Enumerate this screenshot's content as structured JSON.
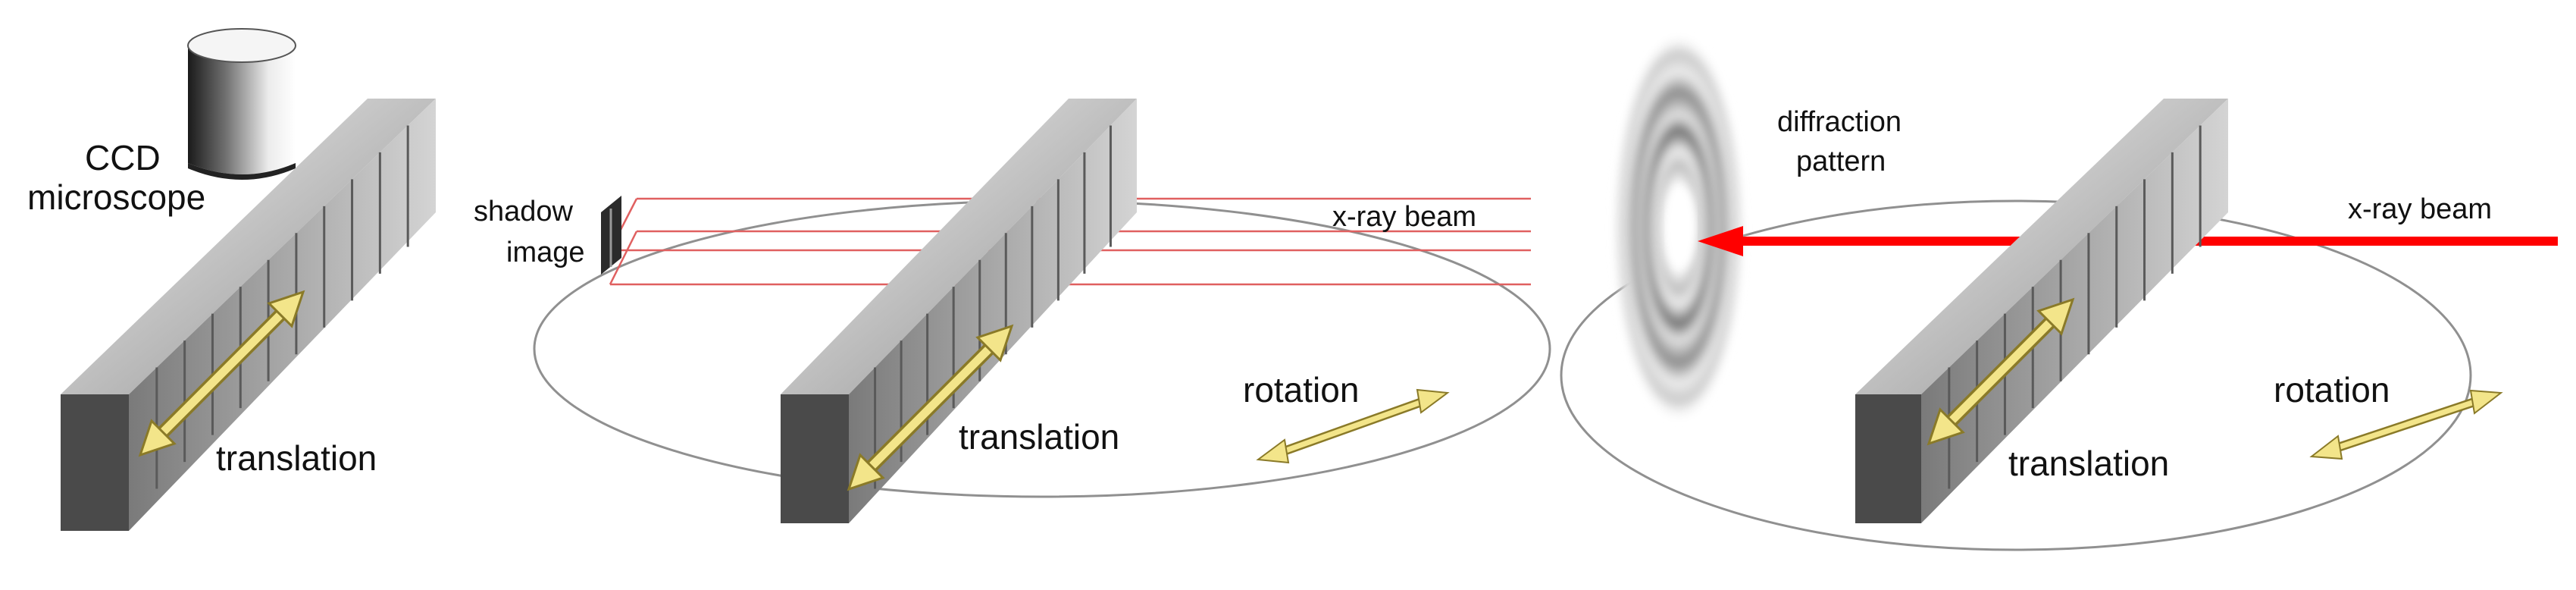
{
  "panel1": {
    "ccd_label": "CCD",
    "microscope_label": "microscope",
    "translation_label": "translation"
  },
  "panel2": {
    "shadow_label": "shadow",
    "image_label": "image",
    "beam_label": "x-ray beam",
    "rotation_label": "rotation",
    "translation_label": "translation"
  },
  "panel3": {
    "diffraction_label": "diffraction",
    "pattern_label": "pattern",
    "beam_label": "x-ray beam",
    "rotation_label": "rotation",
    "translation_label": "translation"
  },
  "colors": {
    "beam_red": "#ff0000",
    "beam_outline": "#e06060",
    "arrow_yellow": "#f3e58a",
    "arrow_outline": "#8a7a28",
    "ellipse_gray": "#909090",
    "sample_dark": "#4a4a4a",
    "sample_face": "#b8b8b8"
  }
}
